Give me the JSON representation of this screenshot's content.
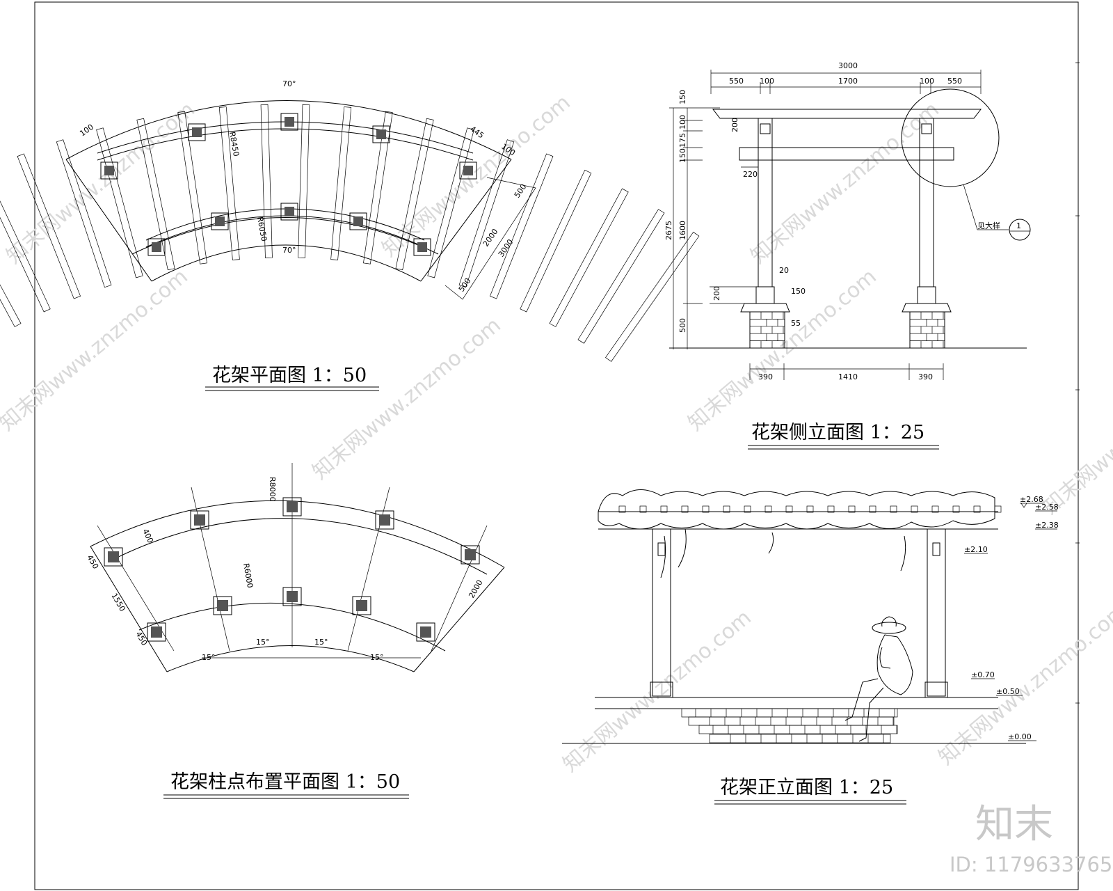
{
  "watermark": "知末网www.znzmo.com",
  "brand": {
    "logo": "知末",
    "id": "ID: 1179633765"
  },
  "plan": {
    "title": "花架平面图  1：50",
    "labels": {
      "angle_top": "70°",
      "angle_bottom": "70°",
      "r_outer": "R8450",
      "r_inner": "R6050",
      "d100_left": "100",
      "d100_right": "100",
      "d445": "445",
      "d500a": "500",
      "d2000": "2000",
      "d3000": "3000",
      "d500b": "500"
    }
  },
  "layout_plan": {
    "title": "花架柱点布置平面图  1：50",
    "labels": {
      "r8000": "R8000",
      "r6000": "R6000",
      "d400": "400",
      "d450a": "450",
      "d1550": "1550",
      "d450b": "450",
      "d2000": "2000",
      "a1": "15°",
      "a2": "15°",
      "a3": "15°",
      "a4": "15°"
    }
  },
  "side": {
    "title": "花架侧立面图  1：25",
    "labels": {
      "w3000": "3000",
      "w550a": "550",
      "w100a": "100",
      "w1700": "1700",
      "w100b": "100",
      "w550b": "550",
      "h150": "150",
      "h100": "100",
      "h175": "175",
      "h150b": "150",
      "h1600": "1600",
      "h2675": "2675",
      "h200": "200",
      "h500": "500",
      "d200": "200",
      "d220": "220",
      "d20": "20",
      "d150": "150",
      "d55": "55",
      "b390a": "390",
      "b1410": "1410",
      "b390b": "390",
      "detail": "见大样",
      "detail_no": "1"
    }
  },
  "front": {
    "title": "花架正立面图  1：25",
    "levels": {
      "l268": "±2.68",
      "l258": "±2.58",
      "l238": "±2.38",
      "l210": "±2.10",
      "l070": "±0.70",
      "l050": "±0.50",
      "l000": "±0.00"
    }
  }
}
